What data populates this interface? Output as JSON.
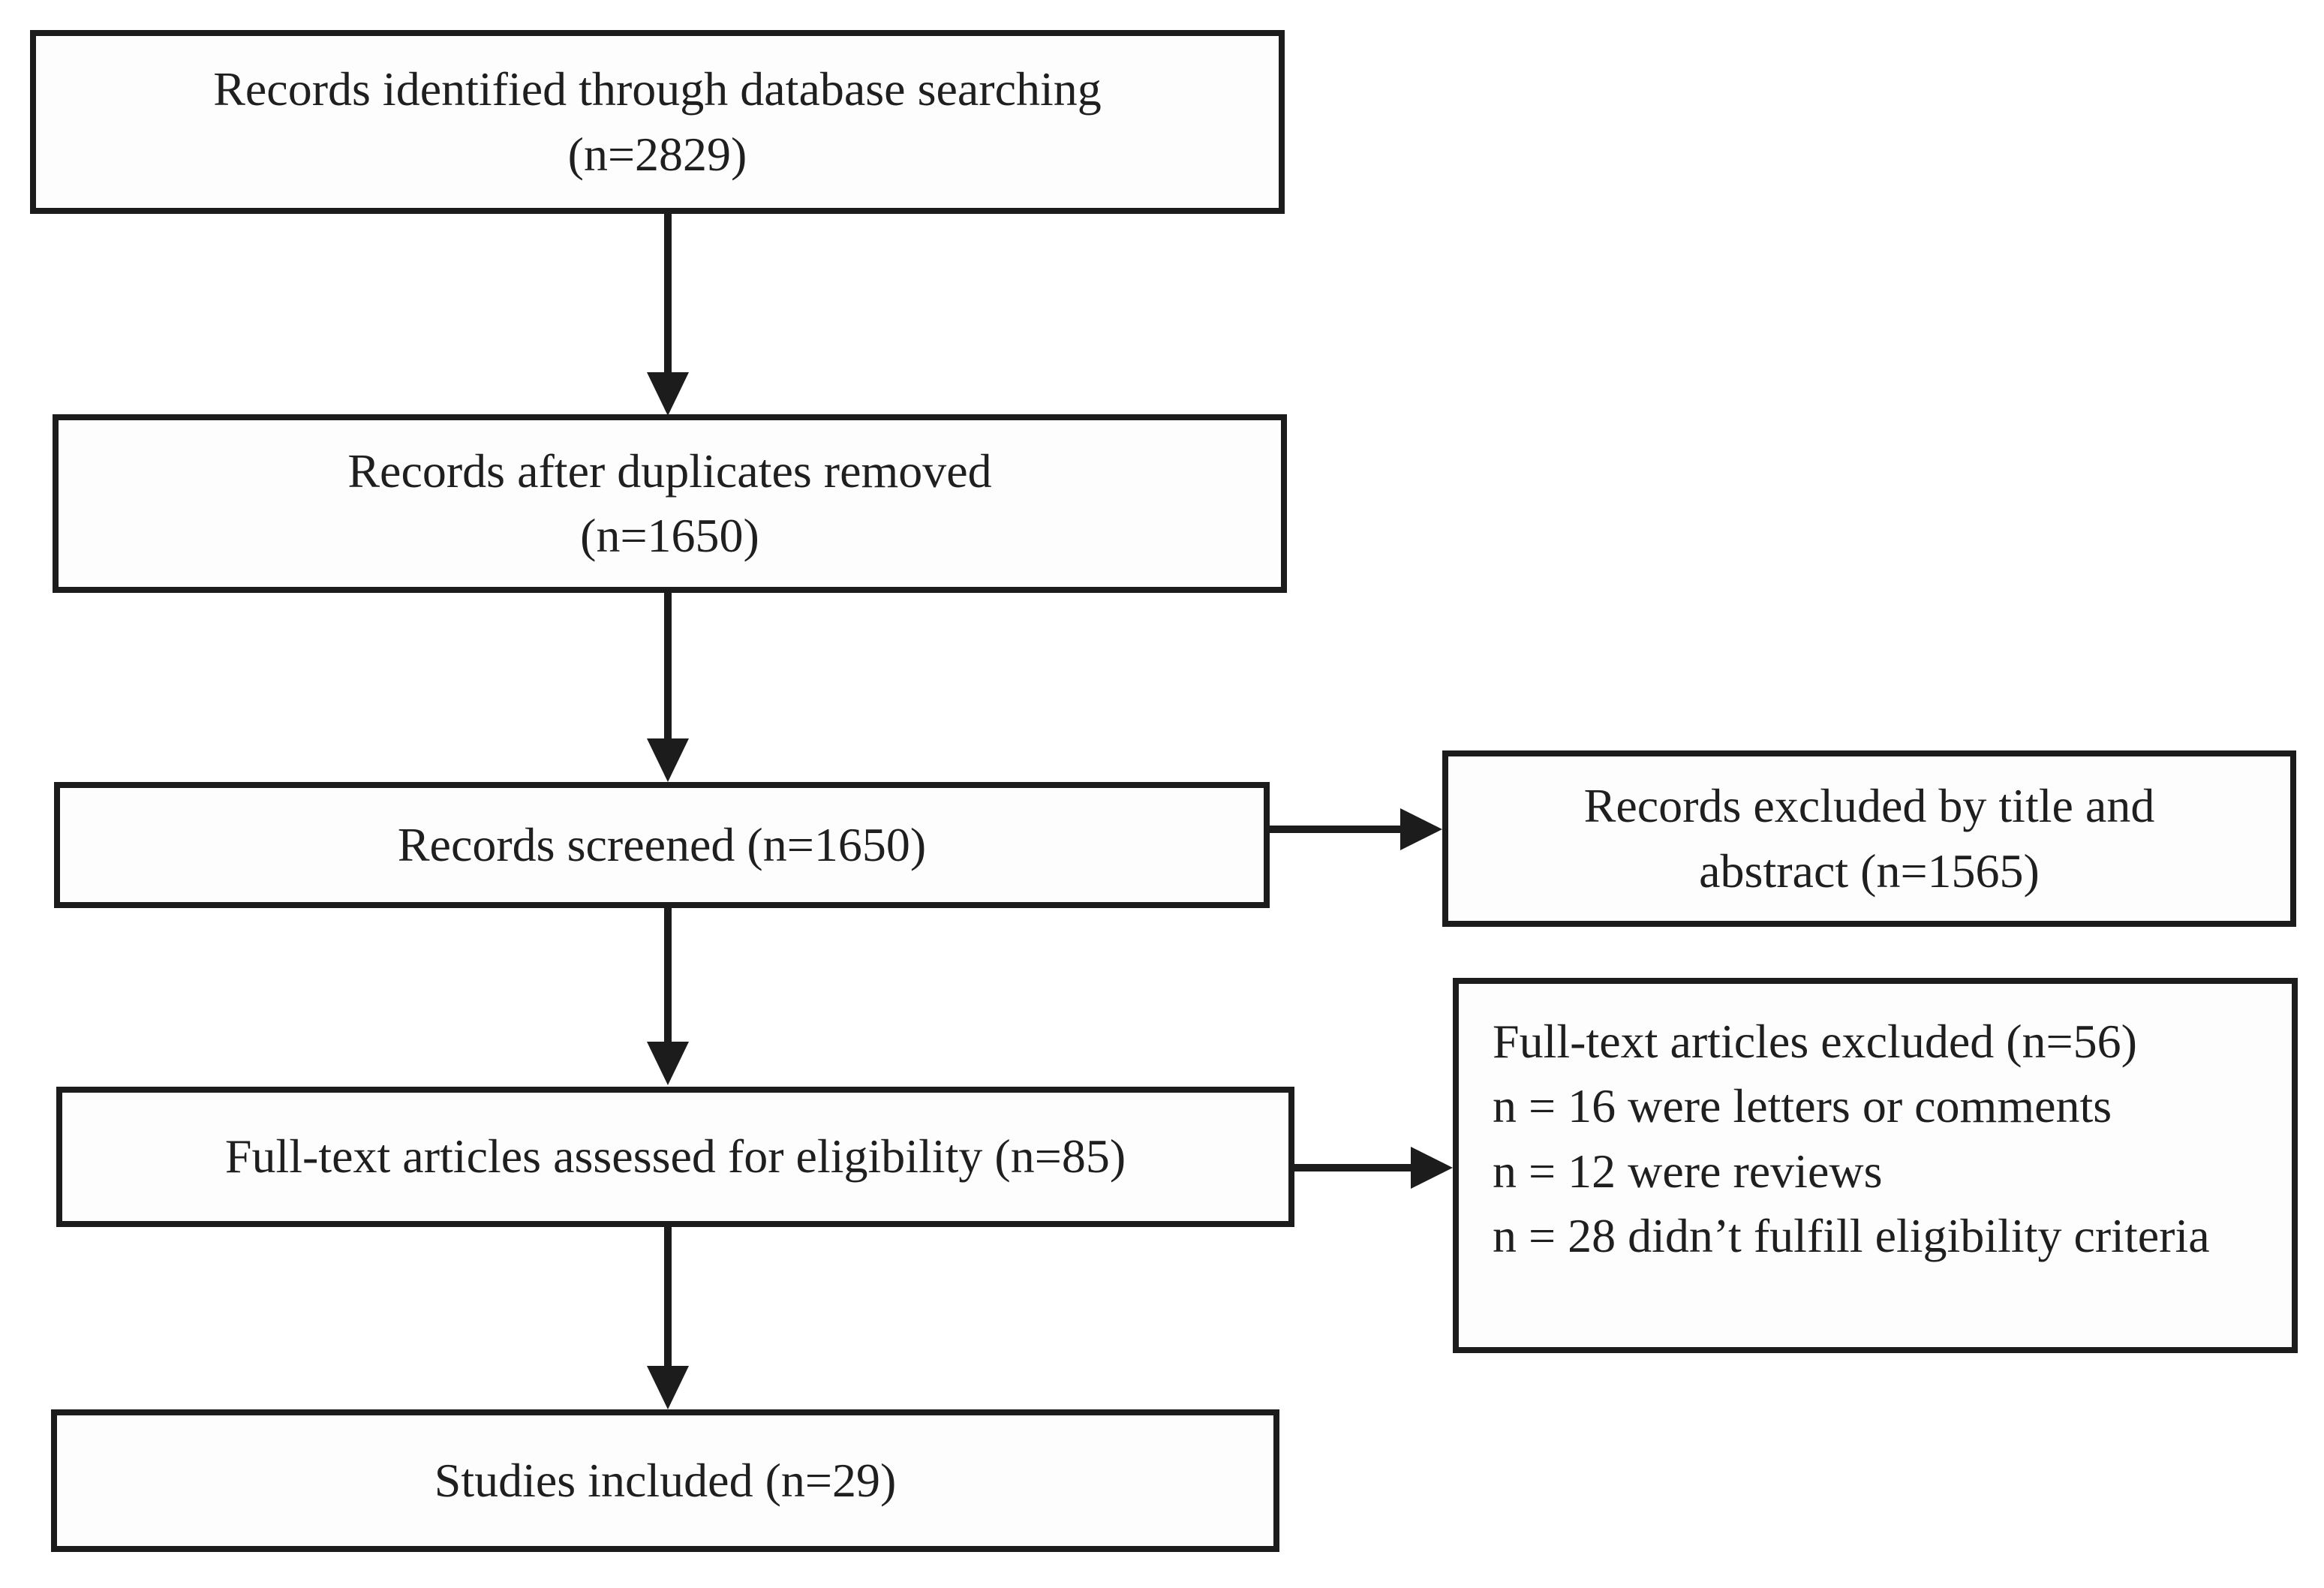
{
  "figure": {
    "kind": "study-selection-flow-diagram",
    "background_color": "#ffffff",
    "box_border_color": "#1c1c1c",
    "arrow_color": "#1c1c1c",
    "text_color": "#1f1f1f"
  },
  "boxes": {
    "identification": {
      "line1": "Records identified through database searching",
      "line2": "(n=2829)"
    },
    "duplicates_removed": {
      "line1": "Records after duplicates removed",
      "line2": "(n=1650)"
    },
    "screened": {
      "label": "Records screened (n=1650)"
    },
    "excluded_title_abstract": {
      "line1": "Records excluded by title and",
      "line2": "abstract (n=1565)"
    },
    "full_text_assessed": {
      "label": "Full-text articles assessed for eligibility (n=85)"
    },
    "full_text_excluded": {
      "line1": "Full-text articles excluded (n=56)",
      "line2": "n = 16 were letters or comments",
      "line3": "n = 12 were reviews",
      "line4": "n = 28 didn’t fulfill eligibility criteria"
    },
    "included": {
      "label": "Studies included (n=29)"
    }
  }
}
